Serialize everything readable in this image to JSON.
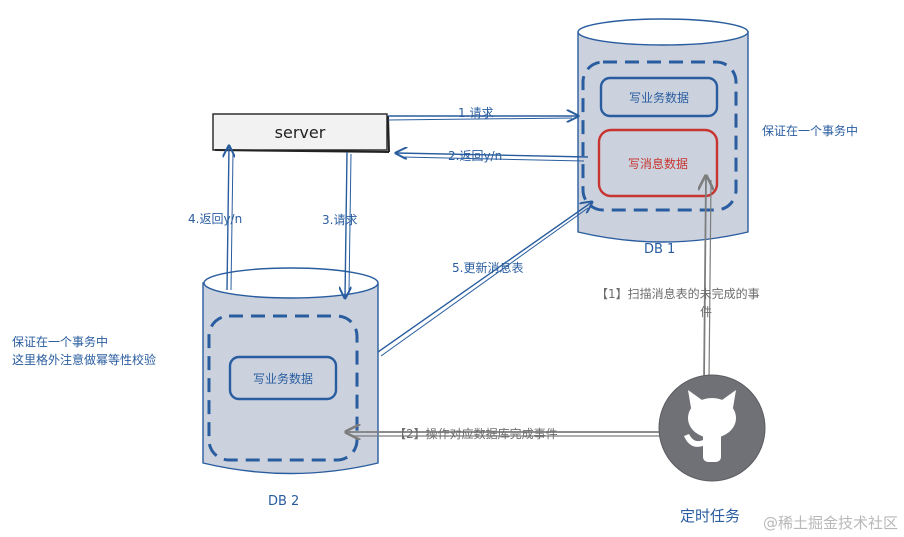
{
  "server": {
    "label": "server"
  },
  "db1": {
    "title": "DB 1",
    "box_business": "写业务数据",
    "box_message": "写消息数据",
    "note": "保证在一个事务中"
  },
  "db2": {
    "title": "DB 2",
    "box_business": "写业务数据",
    "note_line1": "保证在一个事务中",
    "note_line2": "这里格外注意做幂等性校验"
  },
  "arrows": {
    "request1": "1.请求",
    "return2": "2.返回y/n",
    "request3": "3.请求",
    "return4": "4.返回y/n",
    "update5": "5.更新消息表",
    "scan1_line1": "【1】扫描消息表的未完成的事",
    "scan1_line2": "件",
    "complete2": "【2】操作对应数据库完成事件"
  },
  "scheduler": {
    "label": "定时任务",
    "icon": "github-octocat-icon"
  },
  "watermark": "@稀土掘金技术社区",
  "colors": {
    "blue": "#2a5d9f",
    "red": "#c8342f",
    "gray": "#7d7d7d",
    "db_fill": "#cbd2de"
  }
}
